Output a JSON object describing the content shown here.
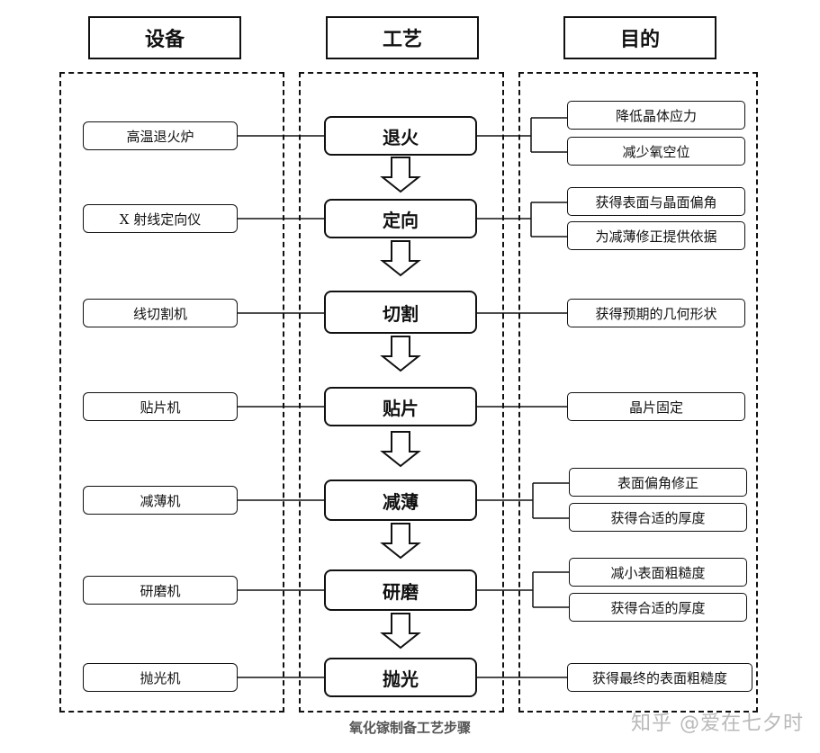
{
  "headers": {
    "equipment": "设备",
    "process": "工艺",
    "purpose": "目的"
  },
  "rows": [
    {
      "equipment": "高温退火炉",
      "step": "退火",
      "purposes": [
        "降低晶体应力",
        "减少氧空位"
      ]
    },
    {
      "equipment": "X 射线定向仪",
      "step": "定向",
      "purposes": [
        "获得表面与晶面偏角",
        "为减薄修正提供依据"
      ]
    },
    {
      "equipment": "线切割机",
      "step": "切割",
      "purposes": [
        "获得预期的几何形状"
      ]
    },
    {
      "equipment": "贴片机",
      "step": "贴片",
      "purposes": [
        "晶片固定"
      ]
    },
    {
      "equipment": "减薄机",
      "step": "减薄",
      "purposes": [
        "表面偏角修正",
        "获得合适的厚度"
      ]
    },
    {
      "equipment": "研磨机",
      "step": "研磨",
      "purposes": [
        "减小表面粗糙度",
        "获得合适的厚度"
      ]
    },
    {
      "equipment": "抛光机",
      "step": "抛光",
      "purposes": [
        "获得最终的表面粗糙度"
      ]
    }
  ],
  "caption": "氧化镓制备工艺步骤",
  "watermark": "知乎 @爱在七夕时"
}
